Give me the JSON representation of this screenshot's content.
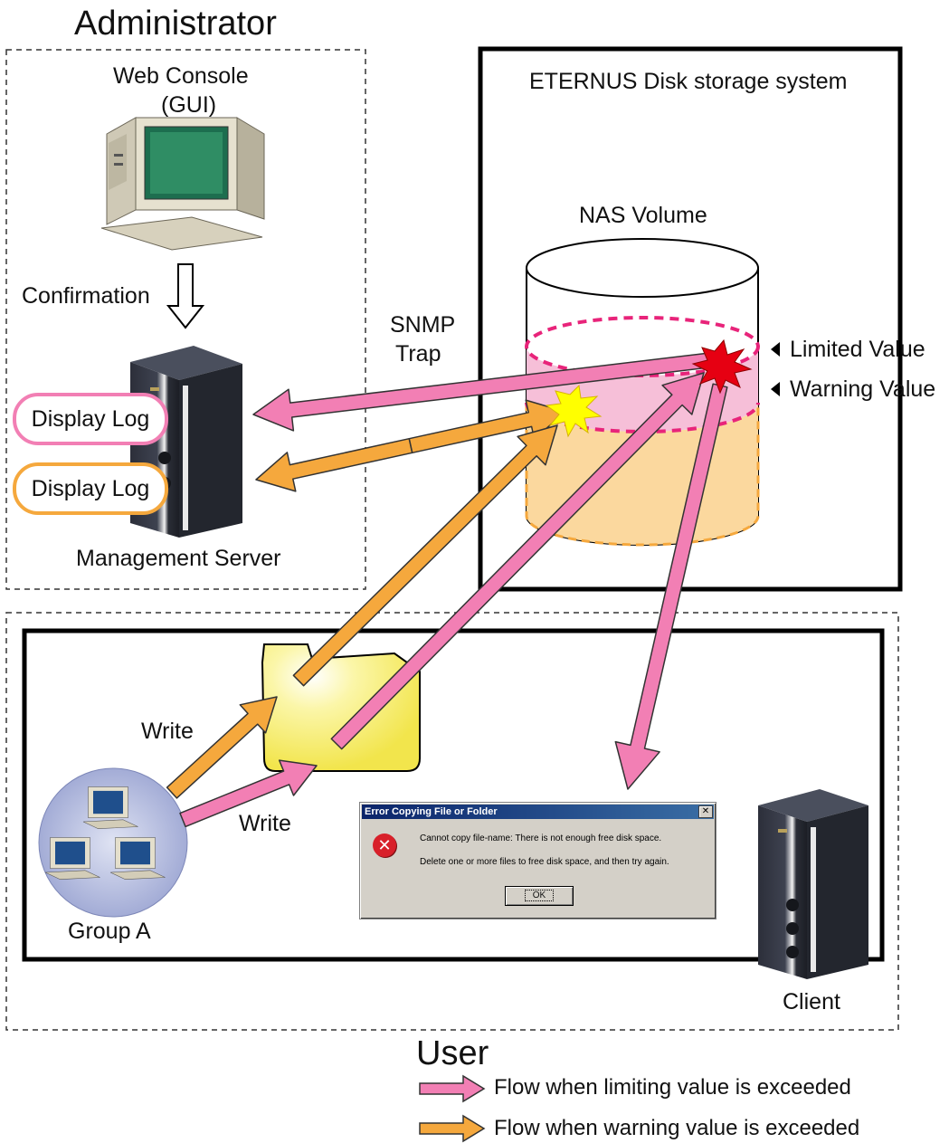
{
  "administrator": {
    "title": "Administrator",
    "web_console": "Web Console",
    "web_console_sub": "(GUI)",
    "confirmation": "Confirmation",
    "display_log_limit": "Display Log",
    "display_log_warning": "Display Log",
    "management_server": "Management Server"
  },
  "storage": {
    "title": "ETERNUS Disk storage system",
    "nas_volume": "NAS Volume",
    "limited_value": "Limited Value",
    "warning_value": "Warning Value"
  },
  "snmp": {
    "line1": "SNMP",
    "line2": "Trap"
  },
  "user": {
    "title": "User",
    "write_warning": "Write",
    "write_limit": "Write",
    "group": "Group A",
    "client": "Client"
  },
  "dialog": {
    "title": "Error Copying File or Folder",
    "message1": "Cannot copy file-name: There is not enough free disk space.",
    "message2": "Delete one or more files to free disk space, and then try again.",
    "ok": "OK"
  },
  "legend": {
    "limit": "Flow when limiting value is exceeded",
    "warning": "Flow when warning value is exceeded"
  },
  "colors": {
    "limit": "#f27fb4",
    "warning": "#f5a83d",
    "limit_band": "#f6bfd8",
    "warning_band": "#fbd89e",
    "dashed_pink": "#e8247a",
    "folder": "#f7ef6a"
  }
}
